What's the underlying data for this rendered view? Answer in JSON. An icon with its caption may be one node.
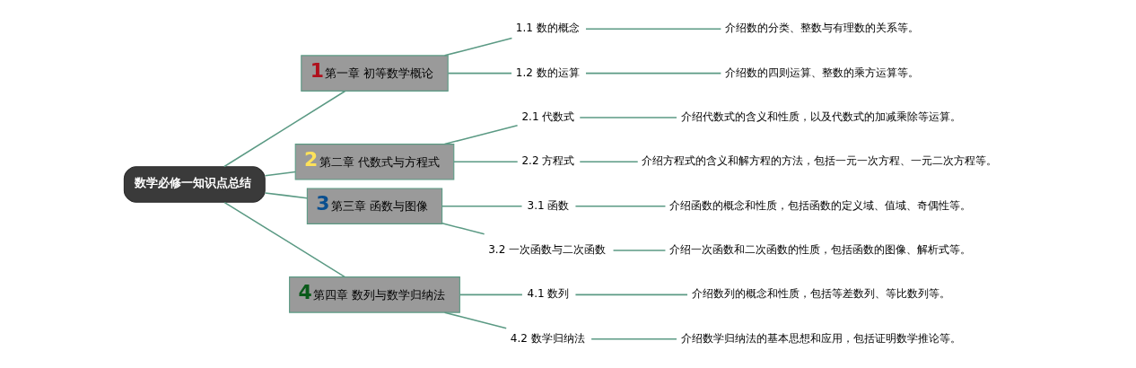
{
  "diagram": {
    "nodes": [
      {
        "text": [
          "数学必修一知识点总结"
        ]
      },
      {
        "text": [
          "1",
          "第一章 初等数学概论"
        ]
      },
      {
        "text": [
          "1.1 数的概念"
        ]
      },
      {
        "text": [
          "介绍数的分类、整数与有理数的关系等。"
        ]
      },
      {
        "text": [
          "1.2 数的运算"
        ]
      },
      {
        "text": [
          "介绍数的四则运算、整数的乘方运算等。"
        ]
      },
      {
        "text": [
          "2",
          "第二章 代数式与方程式"
        ]
      },
      {
        "text": [
          "2.1 代数式"
        ]
      },
      {
        "text": [
          "介绍代数式的含义和性质，以及代数式的加减乘除等运算。"
        ]
      },
      {
        "text": [
          "2.2 方程式"
        ]
      },
      {
        "text": [
          "介绍方程式的含义和解方程的方法，包括一元一次方程、一元二次方程等。"
        ]
      },
      {
        "text": [
          "3",
          "第三章 函数与图像"
        ]
      },
      {
        "text": [
          "3.1 函数"
        ]
      },
      {
        "text": [
          "介绍函数的概念和性质，包括函数的定义域、值域、奇偶性等。"
        ]
      },
      {
        "text": [
          "3.2 一次函数与二次函数"
        ]
      },
      {
        "text": [
          "介绍一次函数和二次函数的性质，包括函数的图像、解析式等。"
        ]
      },
      {
        "text": [
          "4",
          "第四章 数列与数学归纳法"
        ]
      },
      {
        "text": [
          "4.1 数列"
        ]
      },
      {
        "text": [
          "介绍数列的概念和性质，包括等差数列、等比数列等。"
        ]
      },
      {
        "text": [
          "4.2 数学归纳法"
        ]
      },
      {
        "text": [
          "介绍数学归纳法的基本思想和应用，包括证明数学推论等。"
        ]
      }
    ],
    "edges": [
      {
        "from": 0,
        "to": 1,
        "arrow": "none"
      },
      {
        "from": 1,
        "to": 2,
        "arrow": "none"
      },
      {
        "from": 2,
        "to": 3,
        "arrow": "none"
      },
      {
        "from": 1,
        "to": 4,
        "arrow": "none"
      },
      {
        "from": 4,
        "to": 5,
        "arrow": "none"
      },
      {
        "from": 0,
        "to": 6,
        "arrow": "none"
      },
      {
        "from": 6,
        "to": 7,
        "arrow": "none"
      },
      {
        "from": 7,
        "to": 8,
        "arrow": "none"
      },
      {
        "from": 6,
        "to": 9,
        "arrow": "none"
      },
      {
        "from": 9,
        "to": 10,
        "arrow": "none"
      },
      {
        "from": 0,
        "to": 11,
        "arrow": "none"
      },
      {
        "from": 11,
        "to": 12,
        "arrow": "none"
      },
      {
        "from": 12,
        "to": 13,
        "arrow": "none"
      },
      {
        "from": 11,
        "to": 14,
        "arrow": "none"
      },
      {
        "from": 14,
        "to": 15,
        "arrow": "none"
      },
      {
        "from": 0,
        "to": 16,
        "arrow": "none"
      },
      {
        "from": 16,
        "to": 17,
        "arrow": "none"
      },
      {
        "from": 17,
        "to": 18,
        "arrow": "none"
      },
      {
        "from": 16,
        "to": 19,
        "arrow": "none"
      },
      {
        "from": 19,
        "to": 20,
        "arrow": "none"
      }
    ]
  }
}
